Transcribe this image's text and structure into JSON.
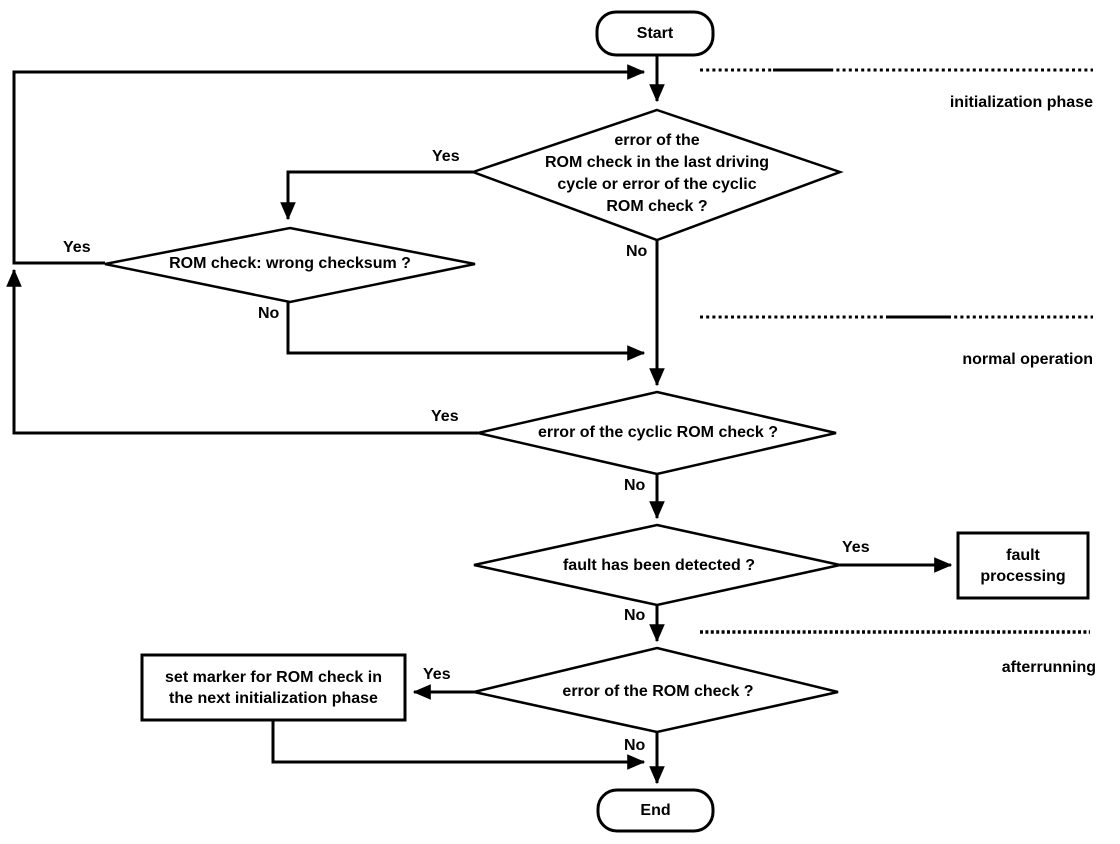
{
  "colors": {
    "stroke": "#000000",
    "fill": "#ffffff"
  },
  "nodes": {
    "start": {
      "label": "Start"
    },
    "end": {
      "label": "End"
    },
    "decision_init": {
      "lines": [
        "error of the",
        "ROM check in the last driving",
        "cycle or error of the cyclic",
        "ROM check ?"
      ]
    },
    "decision_checksum": {
      "text": "ROM check: wrong checksum ?"
    },
    "decision_cyclic": {
      "text": "error of the cyclic ROM check ?"
    },
    "decision_fault": {
      "text": "fault has been detected ?"
    },
    "decision_rom": {
      "text": "error of the ROM check ?"
    },
    "process_fault": {
      "lines": [
        "fault",
        "processing"
      ]
    },
    "process_marker": {
      "lines": [
        "set marker for ROM check in",
        "the next initialization phase"
      ]
    }
  },
  "edge_labels": {
    "init_yes": "Yes",
    "init_no": "No",
    "checksum_yes": "Yes",
    "checksum_no": "No",
    "cyclic_yes": "Yes",
    "cyclic_no": "No",
    "fault_yes": "Yes",
    "fault_no": "No",
    "rom_yes": "Yes",
    "rom_no": "No"
  },
  "phases": {
    "initialization": "initialization phase",
    "normal": "normal operation",
    "afterrunning": "afterrunning"
  }
}
